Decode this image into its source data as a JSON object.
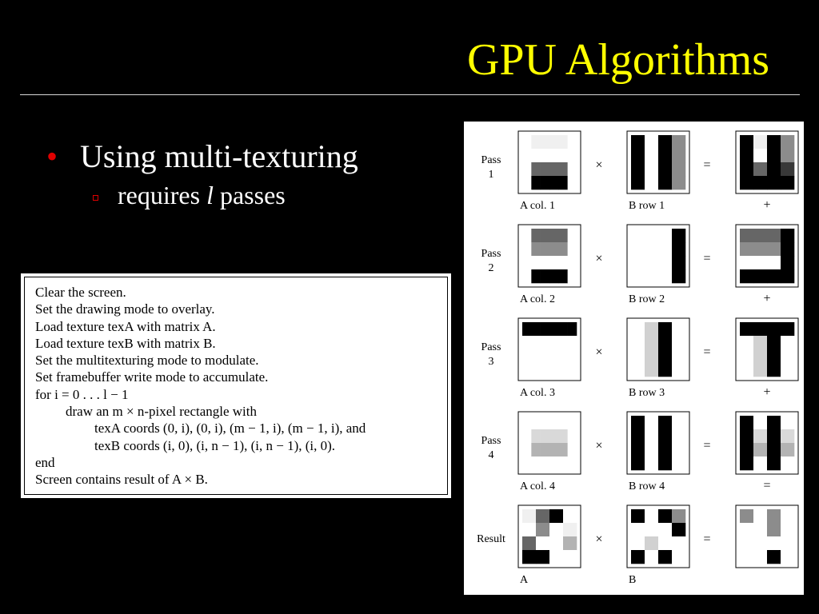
{
  "slide": {
    "title": "GPU Algorithms",
    "bullet": "Using multi-texturing",
    "sub_bullet": {
      "before": "requires ",
      "italic": "l",
      "after": " passes"
    },
    "colors": {
      "background": "#000000",
      "title": "#ffff00",
      "bullet": "#e00000",
      "text": "#ffffff"
    }
  },
  "algorithm": {
    "lines": [
      {
        "text": "Clear the screen.",
        "indent": 0
      },
      {
        "text": "Set the drawing mode to overlay.",
        "indent": 0
      },
      {
        "text": "Load texture texA with matrix A.",
        "indent": 0
      },
      {
        "text": "Load texture texB with matrix B.",
        "indent": 0
      },
      {
        "text": "Set the multitexturing mode to modulate.",
        "indent": 0
      },
      {
        "text": "Set framebuffer write mode to accumulate.",
        "indent": 0
      },
      {
        "text": "for i = 0 . . . l − 1",
        "indent": 0
      },
      {
        "text": "draw an m × n-pixel rectangle with",
        "indent": 1
      },
      {
        "text": "texA coords (0, i), (0, i), (m − 1, i), (m − 1, i), and",
        "indent": 2
      },
      {
        "text": "texB coords (i, 0), (i, n − 1), (i, n − 1), (i, 0).",
        "indent": 2
      },
      {
        "text": "end",
        "indent": 0
      },
      {
        "text": "Screen contains result of A × B.",
        "indent": 0
      }
    ]
  },
  "diagram": {
    "times_symbol": "×",
    "equals_symbol": "=",
    "rows": [
      {
        "label_lines": [
          "Pass",
          "1"
        ],
        "a_label": "A col. 1",
        "b_label": "B row 1",
        "op_below": "+",
        "a_grid": [
          [
            1,
            0.94,
            0.94,
            0.94,
            0.94,
            1
          ],
          [
            1,
            1,
            1,
            1,
            1,
            1
          ],
          [
            1,
            0.4,
            0.4,
            0.4,
            0.4,
            1
          ],
          [
            1,
            0,
            0,
            0,
            0,
            1
          ]
        ],
        "b_grid": [
          [
            0,
            1,
            0,
            0.55
          ],
          [
            0,
            1,
            0,
            0.55
          ],
          [
            0,
            1,
            0,
            0.55
          ],
          [
            0,
            1,
            0,
            0.55
          ]
        ],
        "c_grid": [
          [
            0,
            0.94,
            0,
            0.55
          ],
          [
            0,
            1,
            0,
            0.55
          ],
          [
            0,
            0.4,
            0,
            0.22
          ],
          [
            0,
            0,
            0,
            0
          ]
        ]
      },
      {
        "label_lines": [
          "Pass",
          "2"
        ],
        "a_label": "A col. 2",
        "b_label": "B row 2",
        "op_below": "+",
        "a_grid": [
          [
            1,
            0.4,
            0.4,
            0.4,
            0.4,
            1
          ],
          [
            1,
            0.55,
            0.55,
            0.55,
            0.55,
            1
          ],
          [
            1,
            1,
            1,
            1,
            1,
            1
          ],
          [
            1,
            0,
            0,
            0,
            0,
            1
          ]
        ],
        "b_grid": [
          [
            1,
            1,
            1,
            0
          ],
          [
            1,
            1,
            1,
            0
          ],
          [
            1,
            1,
            1,
            0
          ],
          [
            1,
            1,
            1,
            0
          ]
        ],
        "c_grid": [
          [
            0.4,
            0.4,
            0.4,
            0
          ],
          [
            0.55,
            0.55,
            0.55,
            0
          ],
          [
            1,
            1,
            1,
            0
          ],
          [
            0,
            0,
            0,
            0
          ]
        ]
      },
      {
        "label_lines": [
          "Pass",
          "3"
        ],
        "a_label": "A col. 3",
        "b_label": "B row 3",
        "op_below": "+",
        "a_grid": [
          [
            0,
            0,
            0,
            0,
            0,
            0
          ],
          [
            1,
            1,
            1,
            1,
            1,
            1
          ],
          [
            1,
            1,
            1,
            1,
            1,
            1
          ],
          [
            1,
            1,
            1,
            1,
            1,
            1
          ]
        ],
        "b_grid": [
          [
            1,
            0.82,
            0,
            1
          ],
          [
            1,
            0.82,
            0,
            1
          ],
          [
            1,
            0.82,
            0,
            1
          ],
          [
            1,
            0.82,
            0,
            1
          ]
        ],
        "c_grid": [
          [
            0,
            0,
            0,
            0
          ],
          [
            1,
            0.82,
            0,
            1
          ],
          [
            1,
            0.82,
            0,
            1
          ],
          [
            1,
            0.82,
            0,
            1
          ]
        ]
      },
      {
        "label_lines": [
          "Pass",
          "4"
        ],
        "a_label": "A col. 4",
        "b_label": "B row 4",
        "op_below": "=",
        "a_grid": [
          [
            1,
            1,
            1,
            1,
            1,
            1
          ],
          [
            1,
            0.85,
            0.85,
            0.85,
            0.85,
            1
          ],
          [
            1,
            0.7,
            0.7,
            0.7,
            0.7,
            1
          ],
          [
            1,
            1,
            1,
            1,
            1,
            1
          ]
        ],
        "b_grid": [
          [
            0,
            1,
            0,
            1
          ],
          [
            0,
            1,
            0,
            1
          ],
          [
            0,
            1,
            0,
            1
          ],
          [
            0,
            1,
            0,
            1
          ]
        ],
        "c_grid": [
          [
            0,
            1,
            0,
            1
          ],
          [
            0,
            0.85,
            0,
            0.85
          ],
          [
            0,
            0.7,
            0,
            0.7
          ],
          [
            0,
            1,
            0,
            1
          ]
        ]
      },
      {
        "label_lines": [
          "Result"
        ],
        "a_label": "A",
        "b_label": "B",
        "op_below": "",
        "a_grid": [
          [
            0.94,
            0.4,
            0,
            1
          ],
          [
            1,
            0.55,
            1,
            0.94
          ],
          [
            0.4,
            1,
            1,
            0.7
          ],
          [
            0,
            0,
            1,
            1
          ]
        ],
        "b_grid": [
          [
            0,
            1,
            0,
            0.55
          ],
          [
            1,
            1,
            1,
            0
          ],
          [
            1,
            0.82,
            1,
            1
          ],
          [
            0,
            1,
            0,
            1
          ]
        ],
        "c_grid": [
          [
            0.55,
            1,
            0.55,
            1
          ],
          [
            1,
            1,
            0.55,
            1
          ],
          [
            1,
            1,
            1,
            1
          ],
          [
            1,
            1,
            0,
            1
          ]
        ]
      }
    ]
  }
}
